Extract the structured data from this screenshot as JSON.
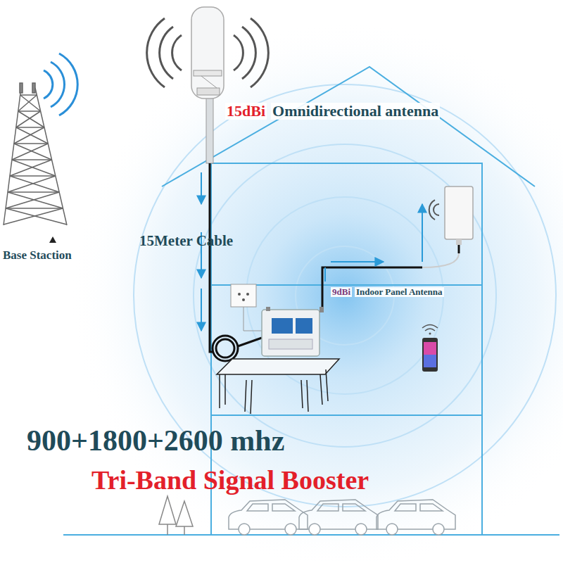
{
  "diagram": {
    "labels": [
      "15dBi",
      "Omnidirectional antenna",
      "15Meter Cable",
      "Base Staction",
      "9dBi",
      "Indoor Panel Antenna",
      "900+1800+2600 mhz",
      "Tri-Band Signal Booster"
    ]
  }
}
